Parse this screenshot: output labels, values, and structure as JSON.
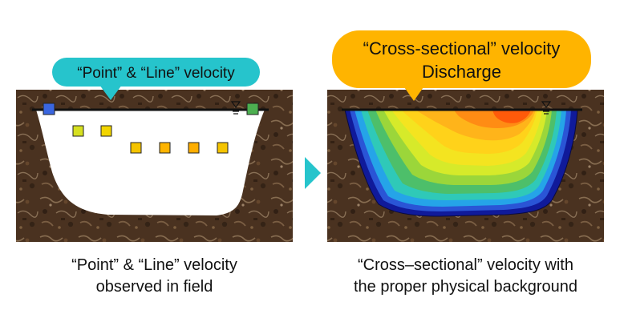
{
  "left_panel": {
    "bubble_label": "“Point” & “Line” velocity",
    "caption_lines": [
      "“Point” & “Line” velocity",
      "observed in field"
    ]
  },
  "right_panel": {
    "bubble_lines": [
      "“Cross-sectional” velocity",
      "Discharge"
    ],
    "caption_lines": [
      "“Cross–sectional” velocity with",
      "the proper physical background"
    ]
  },
  "colors": {
    "left_bubble": "#26C4CC",
    "right_bubble": "#FFB400",
    "arrow": "#26C4CC",
    "soil": "#4a3220",
    "water_surface": "#111111",
    "point_blue": "#3a66e0",
    "point_green": "#4caf50",
    "point_yellow_green": "#d6e020",
    "point_yellow": "#f2c900",
    "point_orange": "#ffae00",
    "contour_levels": [
      "#101a9a",
      "#2a55d6",
      "#25a4e8",
      "#2fc9b8",
      "#4dbf6a",
      "#9bd63a",
      "#d6ea2a",
      "#f4e420",
      "#ffd21a",
      "#ffb41a",
      "#ff8c14",
      "#ff5a0a"
    ]
  }
}
